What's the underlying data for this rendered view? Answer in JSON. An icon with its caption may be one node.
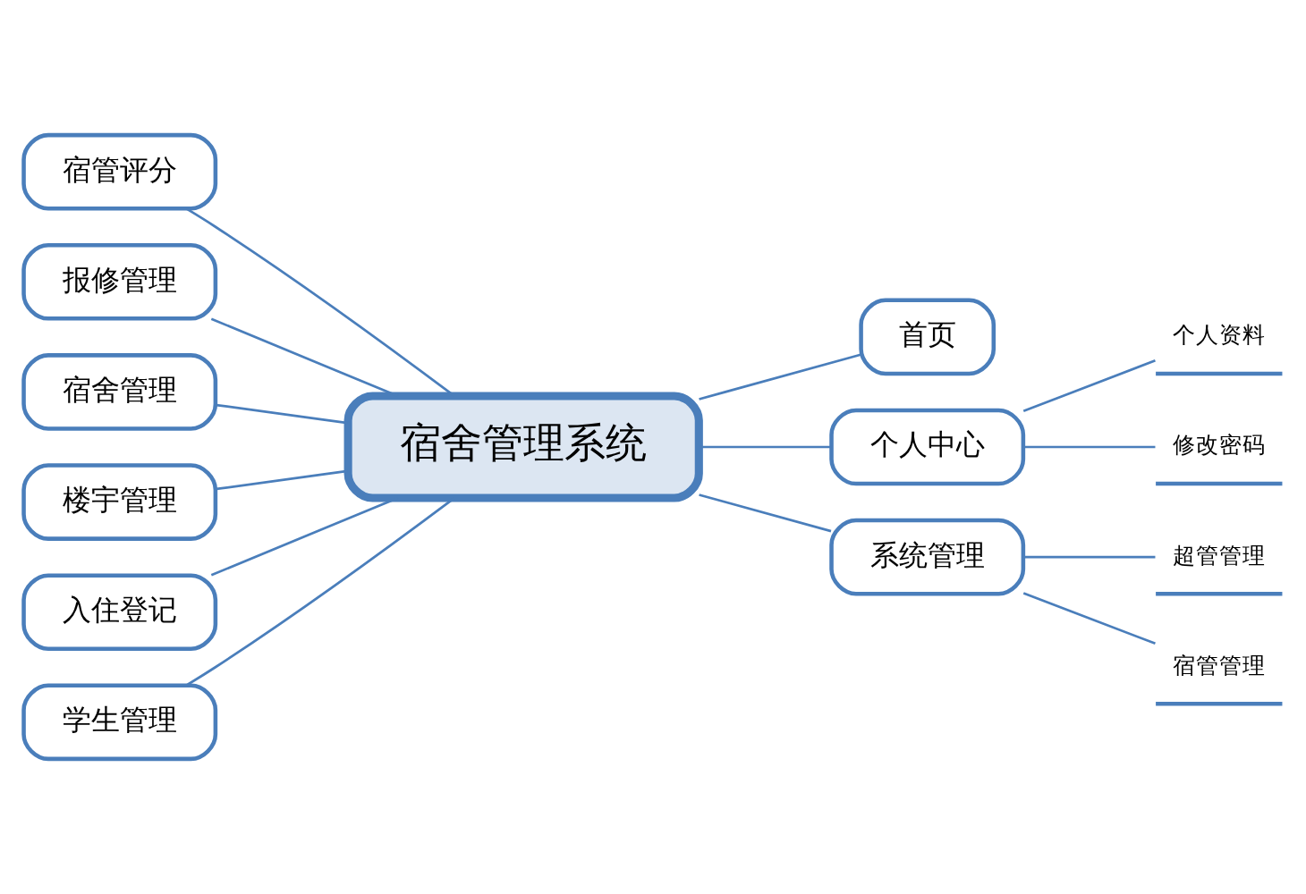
{
  "diagram": {
    "nodes": [
      {
        "text": [
          "宿舍管理系统"
        ]
      },
      {
        "text": [
          "宿管评分"
        ]
      },
      {
        "text": [
          "报修管理"
        ]
      },
      {
        "text": [
          "宿舍管理"
        ]
      },
      {
        "text": [
          "楼宇管理"
        ]
      },
      {
        "text": [
          "入住登记"
        ]
      },
      {
        "text": [
          "学生管理"
        ]
      },
      {
        "text": [
          "首页"
        ]
      },
      {
        "text": [
          "个人中心"
        ]
      },
      {
        "text": [
          "个人资料"
        ]
      },
      {
        "text": [
          "修改密码"
        ]
      },
      {
        "text": [
          "系统管理"
        ]
      },
      {
        "text": [
          "超管管理"
        ]
      },
      {
        "text": [
          "宿管管理"
        ]
      }
    ],
    "edges": [
      {
        "from": 0,
        "to": 1,
        "arrow": "none"
      },
      {
        "from": 0,
        "to": 2,
        "arrow": "none"
      },
      {
        "from": 0,
        "to": 3,
        "arrow": "none"
      },
      {
        "from": 0,
        "to": 4,
        "arrow": "none"
      },
      {
        "from": 0,
        "to": 5,
        "arrow": "none"
      },
      {
        "from": 0,
        "to": 6,
        "arrow": "none"
      },
      {
        "from": 0,
        "to": 7,
        "arrow": "none"
      },
      {
        "from": 0,
        "to": 8,
        "arrow": "none"
      },
      {
        "from": 8,
        "to": 9,
        "arrow": "none"
      },
      {
        "from": 8,
        "to": 10,
        "arrow": "none"
      },
      {
        "from": 0,
        "to": 11,
        "arrow": "none"
      },
      {
        "from": 11,
        "to": 12,
        "arrow": "none"
      },
      {
        "from": 11,
        "to": 13,
        "arrow": "none"
      }
    ]
  }
}
